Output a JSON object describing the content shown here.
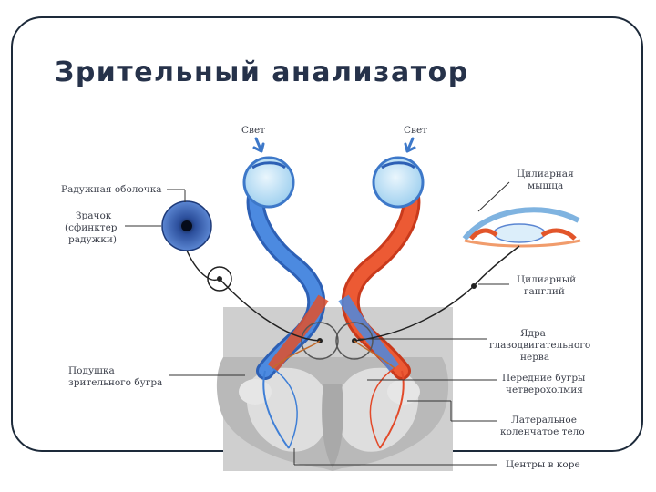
{
  "slide": {
    "title": "Зрительный анализатор"
  },
  "diagram": {
    "light_left": "Свет",
    "light_right": "Свет",
    "labels": {
      "iris": "Радужная оболочка",
      "pupil_1": "Зрачок",
      "pupil_2": "(сфинктер",
      "pupil_3": "радужки)",
      "ciliary_muscle_1": "Цилиарная",
      "ciliary_muscle_2": "мышца",
      "ciliary_ganglion_1": "Цилиарный",
      "ciliary_ganglion_2": "ганглий",
      "oculomotor_nuclei_1": "Ядра",
      "oculomotor_nuclei_2": "глазодвигательного",
      "oculomotor_nuclei_3": "нерва",
      "pulvinar_1": "Подушка",
      "pulvinar_2": "зрительного бугра",
      "superior_colliculi_1": "Передние бугры",
      "superior_colliculi_2": "четверохолмия",
      "lgn_1": "Латеральное",
      "lgn_2": "коленчатое тело",
      "cortex_centers": "Центры в коре"
    },
    "colors": {
      "left_pathway": "#3f7fd6",
      "right_pathway": "#e24a2a",
      "brain": "#c9c9c9",
      "leader_lines": "#333333"
    }
  }
}
